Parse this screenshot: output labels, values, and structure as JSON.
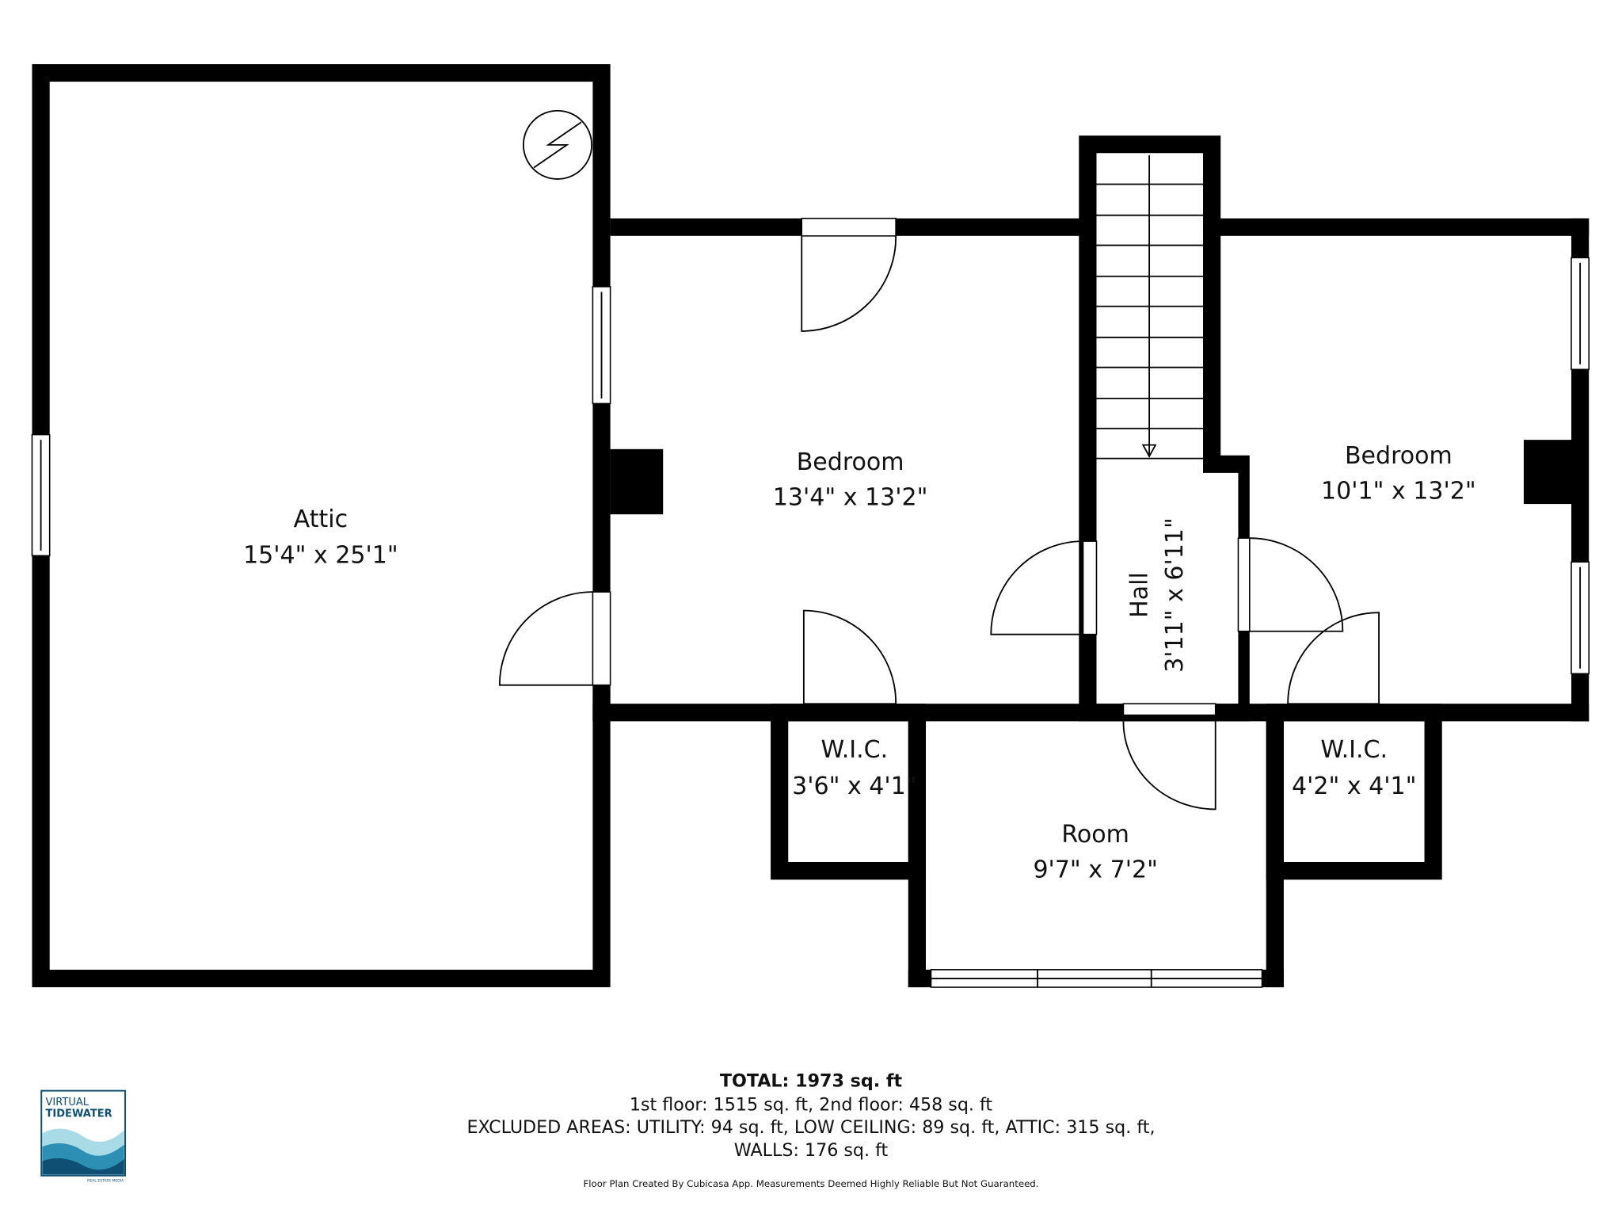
{
  "rooms": [
    {
      "name": "Attic",
      "dims": "15'4\" x 25'1\""
    },
    {
      "name": "Bedroom",
      "dims": "13'4\" x 13'2\""
    },
    {
      "name": "Bedroom",
      "dims": "10'1\" x 13'2\""
    },
    {
      "name": "Hall",
      "dims": "3'11\" x 6'11\""
    },
    {
      "name": "W.I.C.",
      "dims": "3'6\" x 4'1\""
    },
    {
      "name": "W.I.C.",
      "dims": "4'2\" x 4'1\""
    },
    {
      "name": "Room",
      "dims": "9'7\" x 7'2\""
    }
  ],
  "summary": {
    "total": "TOTAL: 1973 sq. ft",
    "floors": "1st floor: 1515 sq. ft, 2nd floor: 458 sq. ft",
    "excluded": "EXCLUDED AREAS: UTILITY: 94 sq. ft, LOW CEILING: 89 sq. ft, ATTIC: 315 sq. ft,",
    "walls": "WALLS: 176 sq. ft",
    "disclaimer": "Floor Plan Created By Cubicasa App. Measurements Deemed Highly Reliable But Not Guaranteed."
  },
  "logo": {
    "line1": "VIRTUAL",
    "line2": "TIDEWATER",
    "tagline": "REAL ESTATE MEDIA"
  },
  "colors": {
    "wall": "#000000",
    "logo_dark": "#0e4f73",
    "logo_mid": "#2d8fb3",
    "logo_light": "#a9dbe6"
  }
}
